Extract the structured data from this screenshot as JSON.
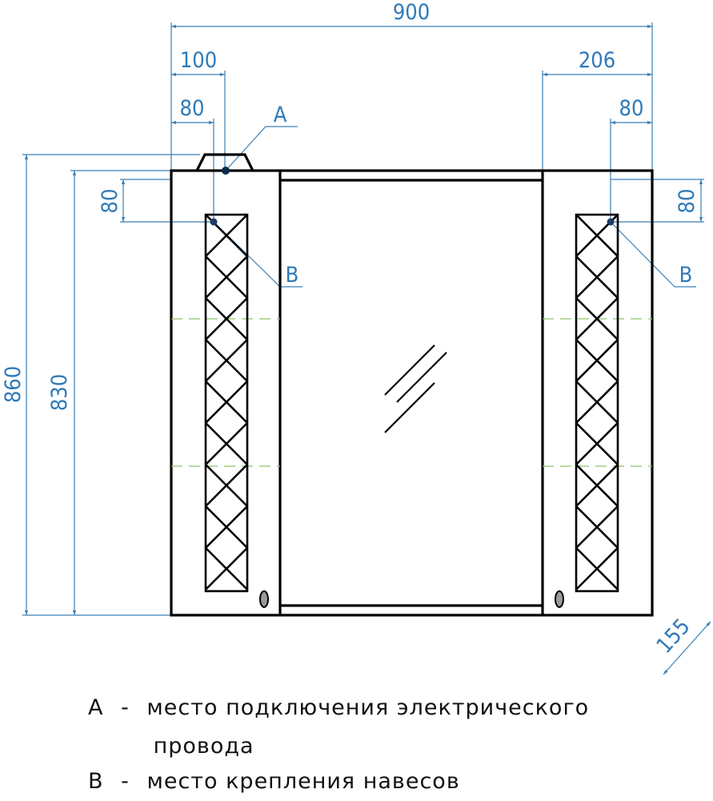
{
  "drawing": {
    "title": "Mirror cabinet dimension drawing",
    "colors": {
      "dimension": "#2f7ab8",
      "outline": "#000000",
      "center_line": "#8cc46a",
      "knob": "#9a9a9a"
    },
    "dimensions": {
      "overall_width": "900",
      "left_point_a_offset": "100",
      "left_point_b_offset": "80",
      "right_door_width": "206",
      "right_point_b_offset": "80",
      "left_vertical_b_offset": "80",
      "right_vertical_b_offset": "80",
      "overall_height": "860",
      "body_height": "830",
      "depth": "155"
    },
    "markers": {
      "a_label": "A",
      "b_left_label": "B",
      "b_right_label": "B"
    }
  },
  "legend": {
    "items": [
      {
        "key": "A",
        "dash": "-",
        "text": "место подключения электрического",
        "continuation": "провода"
      },
      {
        "key": "B",
        "dash": "-",
        "text": "место крепления навесов"
      }
    ]
  }
}
